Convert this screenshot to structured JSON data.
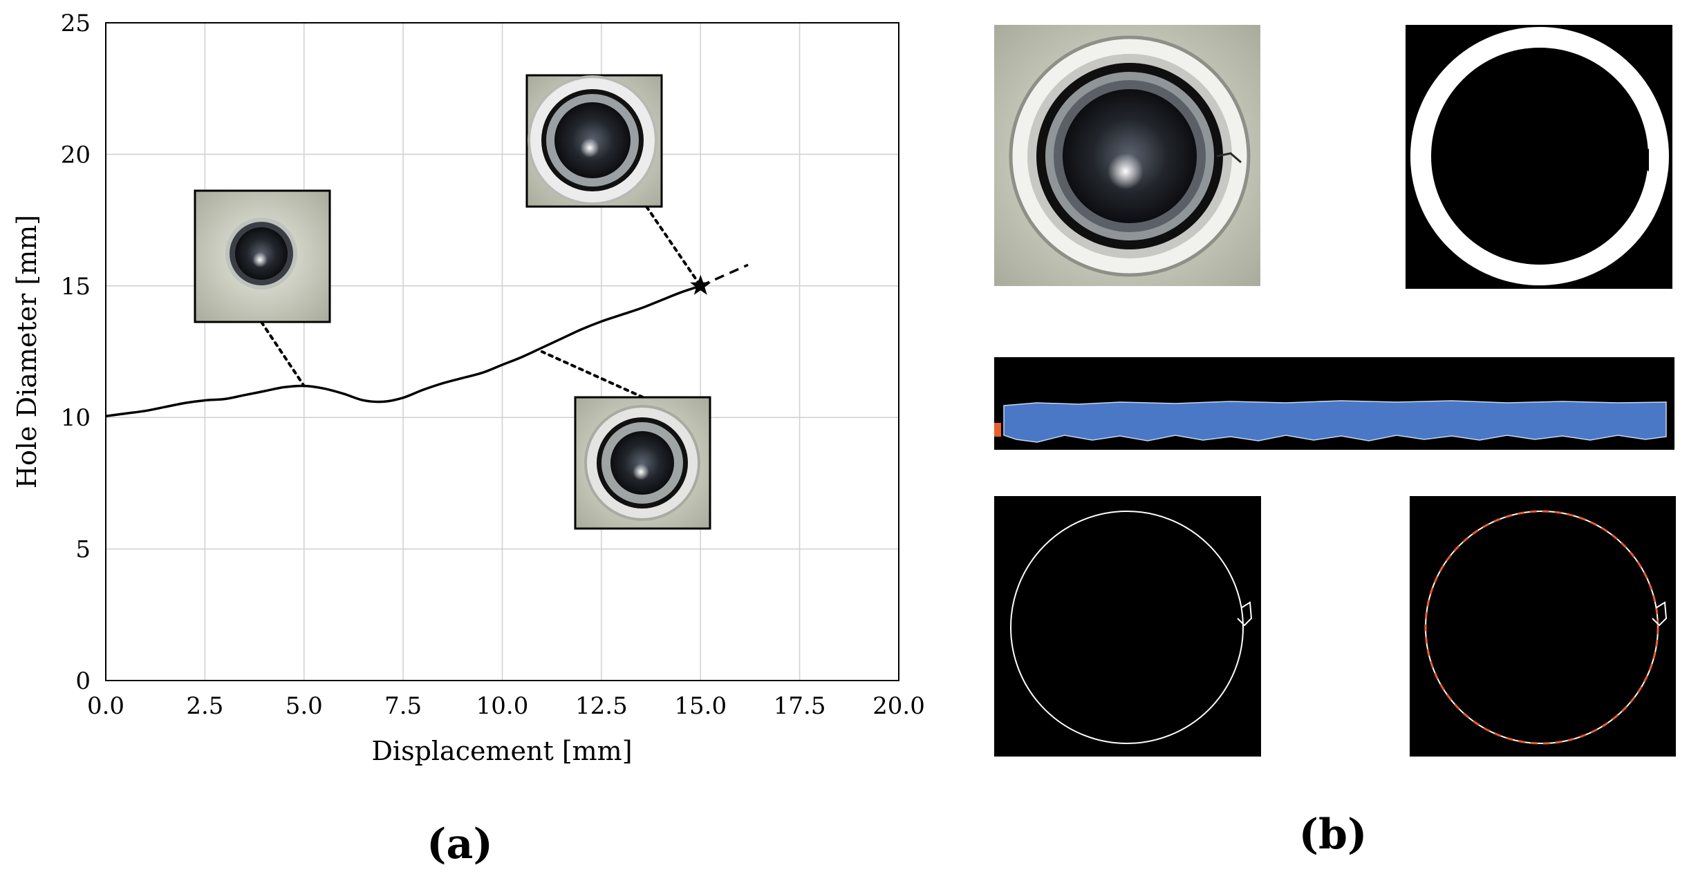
{
  "chart_data": {
    "type": "line",
    "title": "",
    "xlabel": "Displacement [mm]",
    "ylabel": "Hole Diameter [mm]",
    "xlim": [
      0,
      20
    ],
    "ylim": [
      0,
      25
    ],
    "xticks": [
      0,
      2.5,
      5,
      7.5,
      10,
      12.5,
      15,
      17.5,
      20
    ],
    "xtick_labels": [
      "0.0",
      "2.5",
      "5.0",
      "7.5",
      "10.0",
      "12.5",
      "15.0",
      "17.5",
      "20.0"
    ],
    "yticks": [
      0,
      5,
      10,
      15,
      20,
      25
    ],
    "ytick_labels": [
      "0",
      "5",
      "10",
      "15",
      "20",
      "25"
    ],
    "grid": true,
    "series": [
      {
        "style": "solid",
        "x": [
          0,
          0.5,
          1.0,
          1.5,
          2.0,
          2.5,
          3.0,
          3.5,
          4.0,
          4.5,
          5.0,
          5.5,
          6.0,
          6.5,
          7.0,
          7.5,
          8.0,
          8.5,
          9.0,
          9.5,
          10.0,
          10.5,
          11.0,
          11.5,
          12.0,
          12.5,
          13.0,
          13.5,
          14.0,
          14.5,
          15.0
        ],
        "y": [
          10.05,
          10.15,
          10.25,
          10.4,
          10.55,
          10.65,
          10.7,
          10.85,
          11.0,
          11.15,
          11.2,
          11.1,
          10.9,
          10.65,
          10.6,
          10.75,
          11.05,
          11.3,
          11.5,
          11.7,
          12.0,
          12.3,
          12.65,
          13.0,
          13.35,
          13.65,
          13.9,
          14.15,
          14.45,
          14.75,
          15.0
        ]
      },
      {
        "style": "dashed",
        "x": [
          15.0,
          16.2
        ],
        "y": [
          15.0,
          15.8
        ]
      }
    ],
    "marker": {
      "shape": "star",
      "x": 15.0,
      "y": 15.0
    },
    "annotations": [
      {
        "anchor_x": 5.0,
        "anchor_y": 11.2,
        "type": "inset-photo"
      },
      {
        "anchor_x": 11.0,
        "anchor_y": 12.5,
        "type": "inset-photo"
      },
      {
        "anchor_x": 15.0,
        "anchor_y": 15.0,
        "type": "inset-photo"
      }
    ]
  },
  "panel_labels": {
    "a": "(a)",
    "b": "(b)"
  },
  "colors": {
    "line": "#000000",
    "grid": "#cfcfcf",
    "photo_bg": "#c7c8b6",
    "edge_fit": "#e8602c",
    "strip_fill": "#4a78c6",
    "strip_bg": "#000000"
  },
  "panel_b_images": [
    {
      "name": "original-photo"
    },
    {
      "name": "binary-mask"
    },
    {
      "name": "unwrapped-strip"
    },
    {
      "name": "edge-detection"
    },
    {
      "name": "fitted-circle"
    }
  ]
}
